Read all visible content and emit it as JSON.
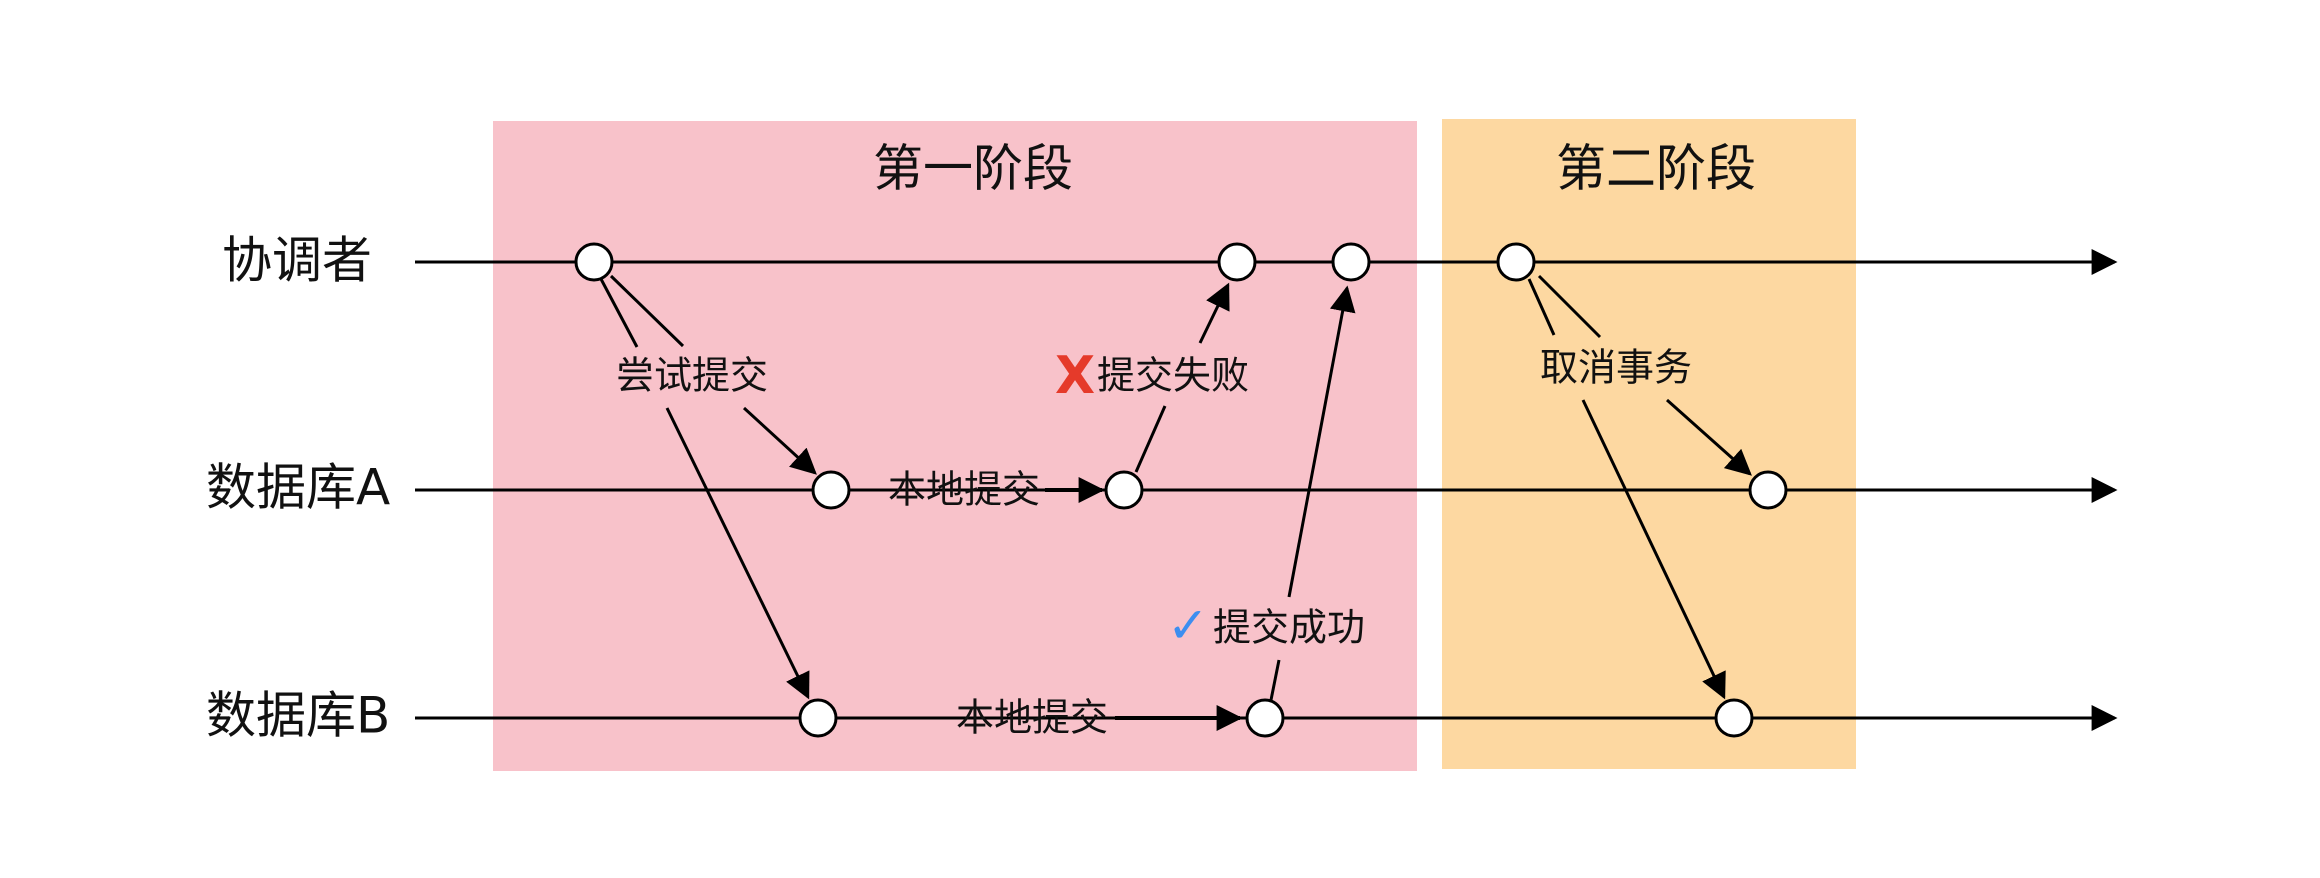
{
  "colors": {
    "phase1_bg": "#f8c2ca",
    "phase2_bg": "#fdd8a1",
    "fail_mark": "#e53a2a",
    "success_mark": "#3d8ef0",
    "line": "#000000"
  },
  "phases": {
    "phase1": {
      "title": "第一阶段"
    },
    "phase2": {
      "title": "第二阶段"
    }
  },
  "lanes": {
    "coordinator": {
      "label": "协调者"
    },
    "db_a": {
      "label": "数据库A"
    },
    "db_b": {
      "label": "数据库B"
    }
  },
  "edges": {
    "try_commit": {
      "label": "尝试提交"
    },
    "local_commit_a": {
      "label": "本地提交"
    },
    "local_commit_b": {
      "label": "本地提交"
    },
    "commit_failed": {
      "label": "提交失败",
      "mark": "X"
    },
    "commit_success": {
      "label": "提交成功",
      "mark": "✓"
    },
    "cancel_transaction": {
      "label": "取消事务"
    }
  }
}
